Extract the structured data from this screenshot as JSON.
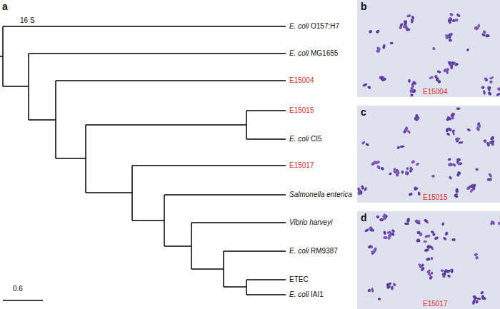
{
  "diagram": {
    "nodes": [
      {
        "text": [
          "b",
          "E15004"
        ]
      },
      {
        "text": [
          "c",
          "E15015"
        ]
      },
      {
        "text": [
          "d",
          "E15017"
        ]
      }
    ],
    "labels": [
      "a",
      "16 S",
      "E. coli O157:H7",
      "E. coli MG1655",
      "E15004",
      "E15015",
      "E. coli CI5",
      "E15017",
      "Salmonella enterica",
      "Vibrio harveyi",
      "E. coli RM9387",
      "ETEC",
      "E. coli IAI1",
      "0.6"
    ]
  }
}
